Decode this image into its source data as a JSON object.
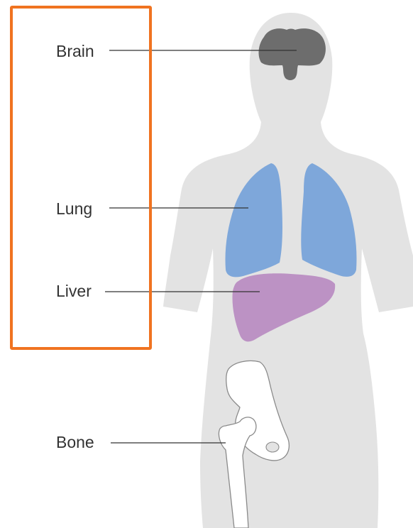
{
  "labels": {
    "brain": "Brain",
    "lung": "Lung",
    "liver": "Liver",
    "bone": "Bone"
  },
  "colors": {
    "body": "#e3e3e3",
    "brain": "#6d6d6d",
    "lung": "#7ea7da",
    "liver": "#bc92c4",
    "bone_fill": "#ffffff",
    "bone_outline": "#8a8a8a",
    "leader_line": "#333333",
    "highlight_box": "#f07320"
  }
}
